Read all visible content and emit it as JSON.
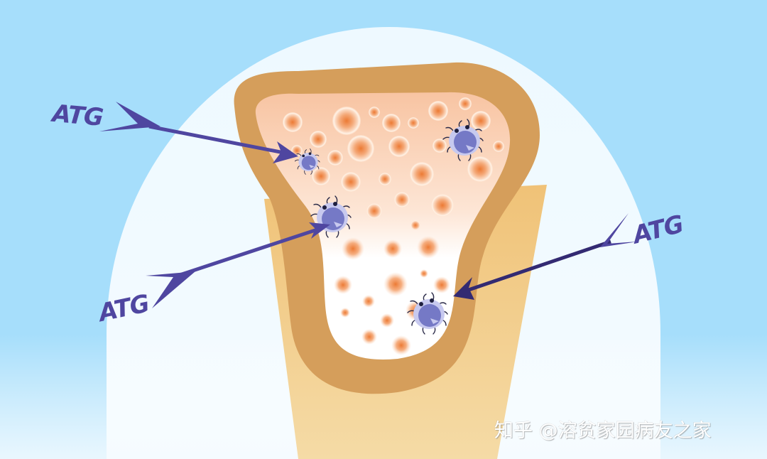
{
  "illustration": {
    "subject": "bone marrow cross-section with ATG targeting immune cells",
    "colors": {
      "sky": "#a6defb",
      "halo": "#eaf7fe",
      "bone_shaft": "#f0cc85",
      "cortex": "#d59e5b",
      "marrow_top": "#f8c8a8",
      "marrow_bottom": "#ffffff",
      "cell_core": "#f08a45",
      "immune_cell_outer": "#c4c6ee",
      "immune_cell_inner": "#7377c4",
      "arrow": "#4f46a0"
    },
    "arrows": [
      {
        "label": "ATG",
        "position": "top-left",
        "target": "small immune cell upper-left of marrow"
      },
      {
        "label": "ATG",
        "position": "bottom-left",
        "target": "immune cell left-middle of marrow"
      },
      {
        "label": "ATG",
        "position": "right",
        "target": "immune cell bottom of marrow"
      }
    ],
    "immune_cells": 4
  },
  "labels": {
    "atg_1": "ATG",
    "atg_2": "ATG",
    "atg_3": "ATG"
  },
  "watermark": {
    "text": "知乎 @溶贫家园病友之家"
  }
}
